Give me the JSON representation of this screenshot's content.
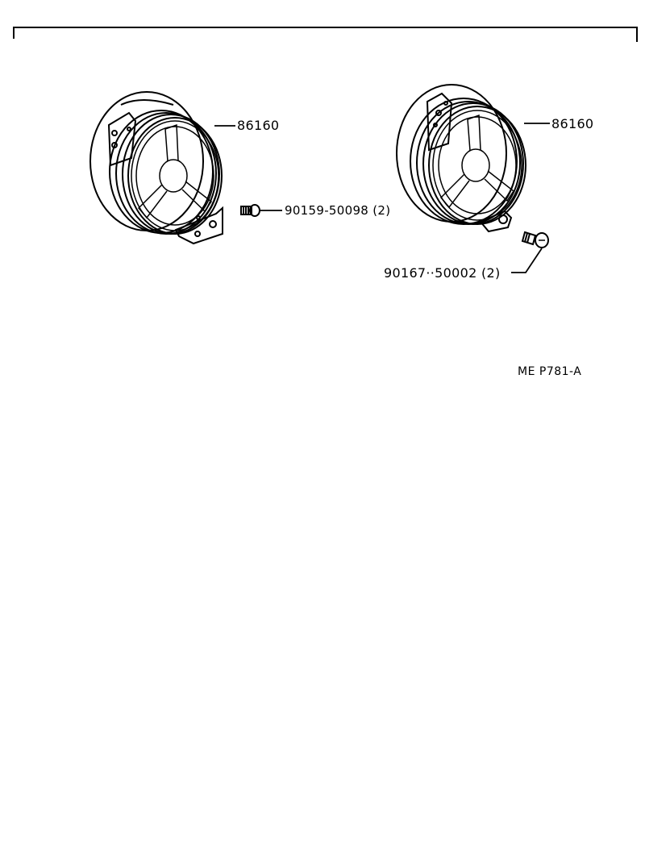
{
  "parts": {
    "left_speaker_number": "86160",
    "left_screw_number": "90159-50098 (2)",
    "right_speaker_number": "86160",
    "right_screw_number": "90167··50002 (2)"
  },
  "footer": {
    "reference_code": "ME  P781-A"
  },
  "colors": {
    "line": "#000000",
    "background": "#ffffff"
  }
}
